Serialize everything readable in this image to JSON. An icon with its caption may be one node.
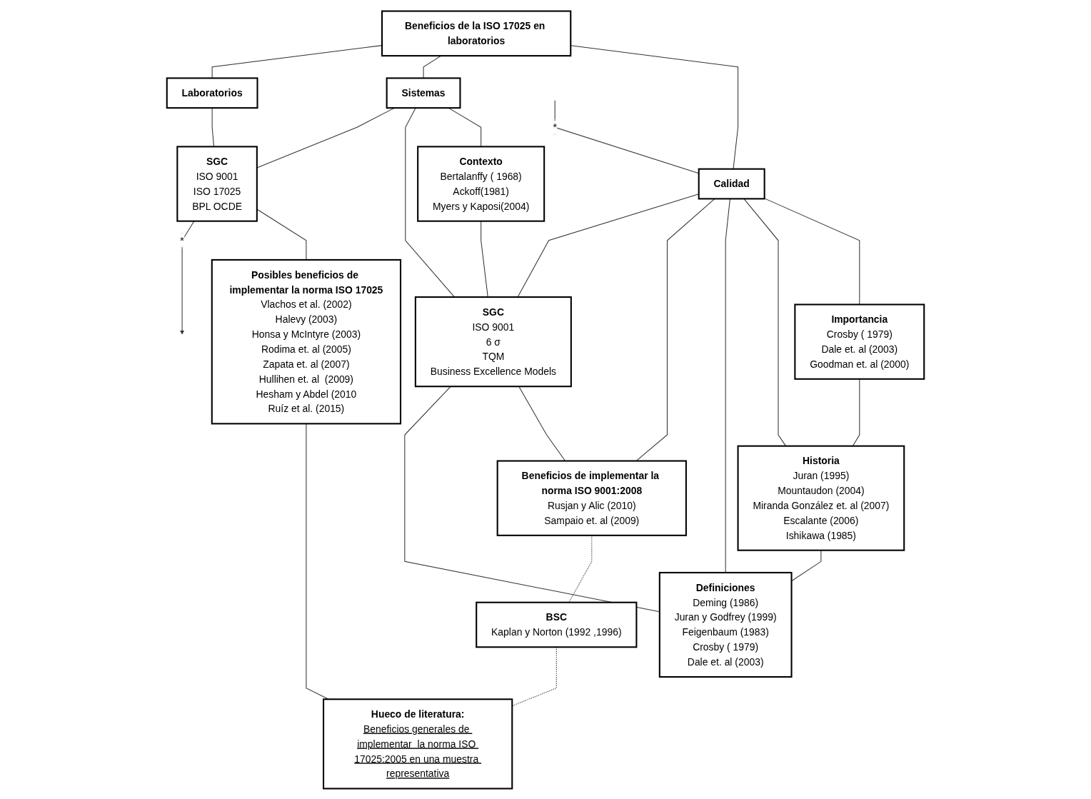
{
  "diagram": {
    "nodes": [
      {
        "text": [
          "Beneficios de la ISO 17025 en laboratorios"
        ]
      },
      {
        "text": [
          "Calidad"
        ]
      },
      {
        "text": [
          "Sistemas"
        ]
      },
      {
        "text": [
          "Laboratorios"
        ]
      },
      {
        "text": [
          "Importancia",
          "Crosby ( 1979)",
          "Dale et. al (2003)",
          "Goodman et. al (2000)"
        ]
      },
      {
        "text": [
          "Historia",
          "Juran (1995)",
          "Mountaudon (2004)",
          "Miranda González et. al (2007)",
          "Escalante (2006)",
          "Ishikawa (1985)"
        ]
      },
      {
        "text": [
          "Definiciones",
          "Deming (1986)",
          "Juran y Godfrey (1999)",
          "Feigenbaum (1983)",
          "Crosby ( 1979)",
          "Dale et. al (2003)"
        ]
      },
      {
        "text": [
          "Contexto",
          "Bertalanffy ( 1968)",
          "Ackoff(1981)",
          "Myers y Kaposi(2004)"
        ]
      },
      {
        "text": [
          "SGC",
          "ISO 9001",
          "6 σ",
          "TQM",
          "Business Excellence Models"
        ]
      },
      {
        "text": [
          "Beneficios de implementar la norma ISO 9001:2008",
          "Rusjan y Alic (2010)",
          "Sampaio et. al (2009)"
        ]
      },
      {
        "text": [
          "BSC",
          "Kaplan y Norton (1992 ,1996)"
        ]
      },
      {
        "text": [
          "SGC",
          "ISO 9001",
          "ISO 17025",
          "BPL OCDE"
        ]
      },
      {
        "text": [
          "Posibles beneficios de implementar la norma ISO 17025",
          "Vlachos et al. (2002)",
          "Halevy (2003)",
          "Honsa y McIntyre (2003)",
          "Rodima et. al (2005)",
          "Zapata et. al (2007)",
          "Hullihen et. al  (2009)",
          "Hesham y Abdel (2010",
          "Ruíz et al. (2015)"
        ]
      },
      {
        "text": [
          "Hueco de literatura:",
          "Beneficios generales de implementar  la norma ISO 17025:2005 en una muestra representativa"
        ]
      }
    ],
    "edges": [
      {
        "from": 0,
        "to": 1,
        "arrow": "none"
      },
      {
        "from": 0,
        "to": 2,
        "arrow": "none"
      },
      {
        "from": 0,
        "to": 3,
        "arrow": "none"
      },
      {
        "from": null,
        "to": 1,
        "arrow": "none",
        "label": "*"
      },
      {
        "from": 1,
        "to": 4,
        "arrow": "none"
      },
      {
        "from": 4,
        "to": 5,
        "arrow": "none"
      },
      {
        "from": 5,
        "to": 6,
        "arrow": "none"
      },
      {
        "from": 1,
        "to": 5,
        "arrow": "none"
      },
      {
        "from": 1,
        "to": 6,
        "arrow": "none"
      },
      {
        "from": 1,
        "to": 9,
        "arrow": "none"
      },
      {
        "from": 1,
        "to": 8,
        "arrow": "none"
      },
      {
        "from": 2,
        "to": 7,
        "arrow": "none"
      },
      {
        "from": 7,
        "to": 8,
        "arrow": "none"
      },
      {
        "from": 2,
        "to": 8,
        "arrow": "none"
      },
      {
        "from": 2,
        "to": 11,
        "arrow": "none"
      },
      {
        "from": 8,
        "to": 9,
        "arrow": "none"
      },
      {
        "from": 8,
        "to": 6,
        "arrow": "none"
      },
      {
        "from": 9,
        "to": 10,
        "arrow": "none",
        "style": "dashed"
      },
      {
        "from": 10,
        "to": 13,
        "arrow": "none",
        "style": "dashed"
      },
      {
        "from": 3,
        "to": 11,
        "arrow": "none"
      },
      {
        "from": 11,
        "to": 12,
        "arrow": "none"
      },
      {
        "from": 11,
        "to": null,
        "arrow": "to",
        "label": "*"
      },
      {
        "from": 12,
        "to": 13,
        "arrow": "none"
      }
    ]
  }
}
